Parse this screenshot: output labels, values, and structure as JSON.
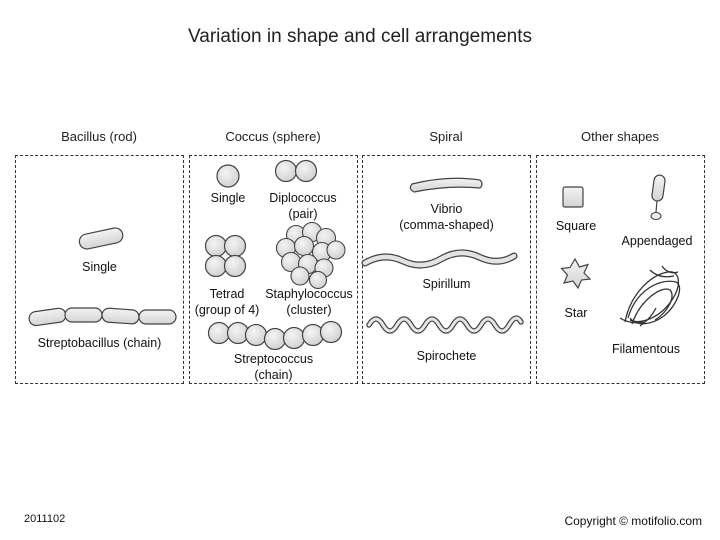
{
  "title": "Variation in shape and cell arrangements",
  "columns": {
    "bacillus": {
      "heading": "Bacillus (rod)",
      "items": {
        "single": "Single",
        "chain": "Streptobacillus (chain)"
      }
    },
    "coccus": {
      "heading": "Coccus (sphere)",
      "items": {
        "single": "Single",
        "diplo_1": "Diplococcus",
        "diplo_2": "(pair)",
        "tetrad_1": "Tetrad",
        "tetrad_2": "(group of 4)",
        "staph_1": "Staphylococcus",
        "staph_2": "(cluster)",
        "strep_1": "Streptococcus",
        "strep_2": "(chain)"
      }
    },
    "spiral": {
      "heading": "Spiral",
      "items": {
        "vibrio_1": "Vibrio",
        "vibrio_2": "(comma-shaped)",
        "spirillum": "Spirillum",
        "spirochete": "Spirochete"
      }
    },
    "other": {
      "heading": "Other shapes",
      "items": {
        "square": "Square",
        "appendaged": "Appendaged",
        "star": "Star",
        "filamentous": "Filamentous"
      }
    }
  },
  "footer": {
    "code": "2011102",
    "copyright": "Copyright © motifolio.com"
  },
  "colors": {
    "cell_fill": "#e6e6e6",
    "outline": "#444444"
  }
}
